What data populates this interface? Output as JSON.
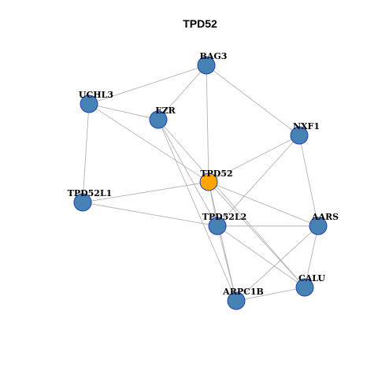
{
  "title": "TPD52",
  "colors": {
    "background": "#ffffff",
    "node_fill": "#4682b4",
    "focus_fill": "#ffa500",
    "node_border": "#1f3fbf",
    "edge": "#b3b3b3"
  },
  "nodes": [
    {
      "id": "BAG3",
      "label": "BAG3",
      "focus": false
    },
    {
      "id": "UCHL3",
      "label": "UCHL3",
      "focus": false
    },
    {
      "id": "EZR",
      "label": "EZR",
      "focus": false
    },
    {
      "id": "NXF1",
      "label": "NXF1",
      "focus": false
    },
    {
      "id": "TPD52",
      "label": "TPD52",
      "focus": true
    },
    {
      "id": "TPD52L1",
      "label": "TPD52L1",
      "focus": false
    },
    {
      "id": "TPD52L2",
      "label": "TPD52L2",
      "focus": false
    },
    {
      "id": "AARS",
      "label": "AARS",
      "focus": false
    },
    {
      "id": "CALU",
      "label": "CALU",
      "focus": false
    },
    {
      "id": "ARPC1B",
      "label": "ARPC1B",
      "focus": false
    }
  ],
  "edges": [
    [
      "BAG3",
      "UCHL3"
    ],
    [
      "BAG3",
      "EZR"
    ],
    [
      "BAG3",
      "TPD52"
    ],
    [
      "BAG3",
      "NXF1"
    ],
    [
      "UCHL3",
      "EZR"
    ],
    [
      "UCHL3",
      "TPD52"
    ],
    [
      "UCHL3",
      "TPD52L1"
    ],
    [
      "EZR",
      "TPD52L2"
    ],
    [
      "EZR",
      "ARPC1B"
    ],
    [
      "EZR",
      "CALU"
    ],
    [
      "NXF1",
      "TPD52"
    ],
    [
      "NXF1",
      "TPD52L2"
    ],
    [
      "NXF1",
      "AARS"
    ],
    [
      "TPD52",
      "TPD52L1"
    ],
    [
      "TPD52",
      "TPD52L2"
    ],
    [
      "TPD52",
      "AARS"
    ],
    [
      "TPD52",
      "ARPC1B"
    ],
    [
      "TPD52",
      "CALU"
    ],
    [
      "TPD52L1",
      "TPD52L2"
    ],
    [
      "TPD52L2",
      "AARS"
    ],
    [
      "TPD52L2",
      "CALU"
    ],
    [
      "TPD52L2",
      "ARPC1B"
    ],
    [
      "AARS",
      "CALU"
    ],
    [
      "AARS",
      "ARPC1B"
    ],
    [
      "CALU",
      "ARPC1B"
    ]
  ]
}
